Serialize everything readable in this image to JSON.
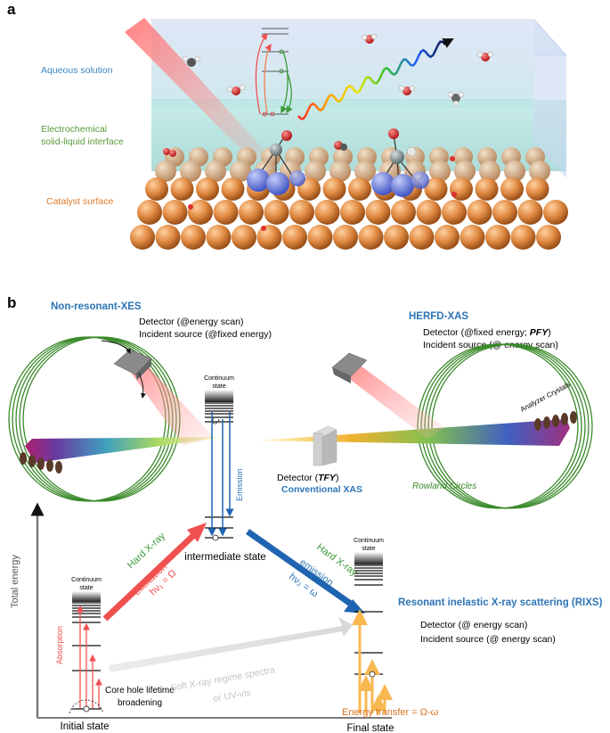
{
  "panel_a": {
    "label": "a",
    "layers": [
      {
        "line1": "Aqueous solution",
        "line2": "",
        "color": "#3a86c8"
      },
      {
        "line1": "Electrochemical",
        "line2": "solid-liquid interface",
        "color": "#5a9a3a"
      },
      {
        "line1": "Catalyst surface",
        "line2": "",
        "color": "#e07a2a"
      }
    ]
  },
  "panel_b": {
    "label": "b",
    "nonresonant": {
      "title": "Non-resonant-XES",
      "detector": "Detector (@energy scan)",
      "source": "Incident source (@fixed energy)"
    },
    "herfd": {
      "title": "HERFD-XAS",
      "detector_prefix": "Detector (@fixed energy; ",
      "detector_pfy": "PFY",
      "detector_suffix": ")",
      "source": "Incident source (@ energy scan)",
      "crystals": "Analyzer Crystals",
      "rowland": "Rowland Circles"
    },
    "tfy": {
      "prefix": "Detector (",
      "tfy": "TFY",
      "suffix": ")",
      "conventional": "Conventional XAS"
    },
    "continuum": {
      "line1": "Continuum",
      "line2": "state"
    },
    "intermediate_state": "intermediate state",
    "emission": "Emission",
    "total_energy": "Total energy",
    "absorption": "Absorption",
    "core_hole": {
      "line1": "Core hole lifetime",
      "line2": "broadening"
    },
    "initial_state": "Initial state",
    "final_state": "Final state",
    "excitation": {
      "hard": "Hard X-ray",
      "line1": "excitation",
      "line2": "hν₁ = Ω"
    },
    "emission_arrow": {
      "hard": "Hard X-ray",
      "line1": "emission",
      "line2": "hν₂ = ω"
    },
    "soft": {
      "line1": "Soft X-ray regime spectra",
      "line2": "or UV-vis"
    },
    "rixs": {
      "title": "Resonant inelastic X-ray scattering (RIXS)",
      "detector": "Detector (@ energy scan)",
      "source": "Incident source (@ energy scan)"
    },
    "energy_transfer": "Energy transfer = Ω-ω"
  },
  "colors": {
    "blue_title": "#2e75b6",
    "green": "#3a9a3a",
    "red": "#f05050",
    "arrow_blue": "#1f64b0",
    "orange": "#d9731f",
    "soft_gray": "#cfcfcf"
  }
}
